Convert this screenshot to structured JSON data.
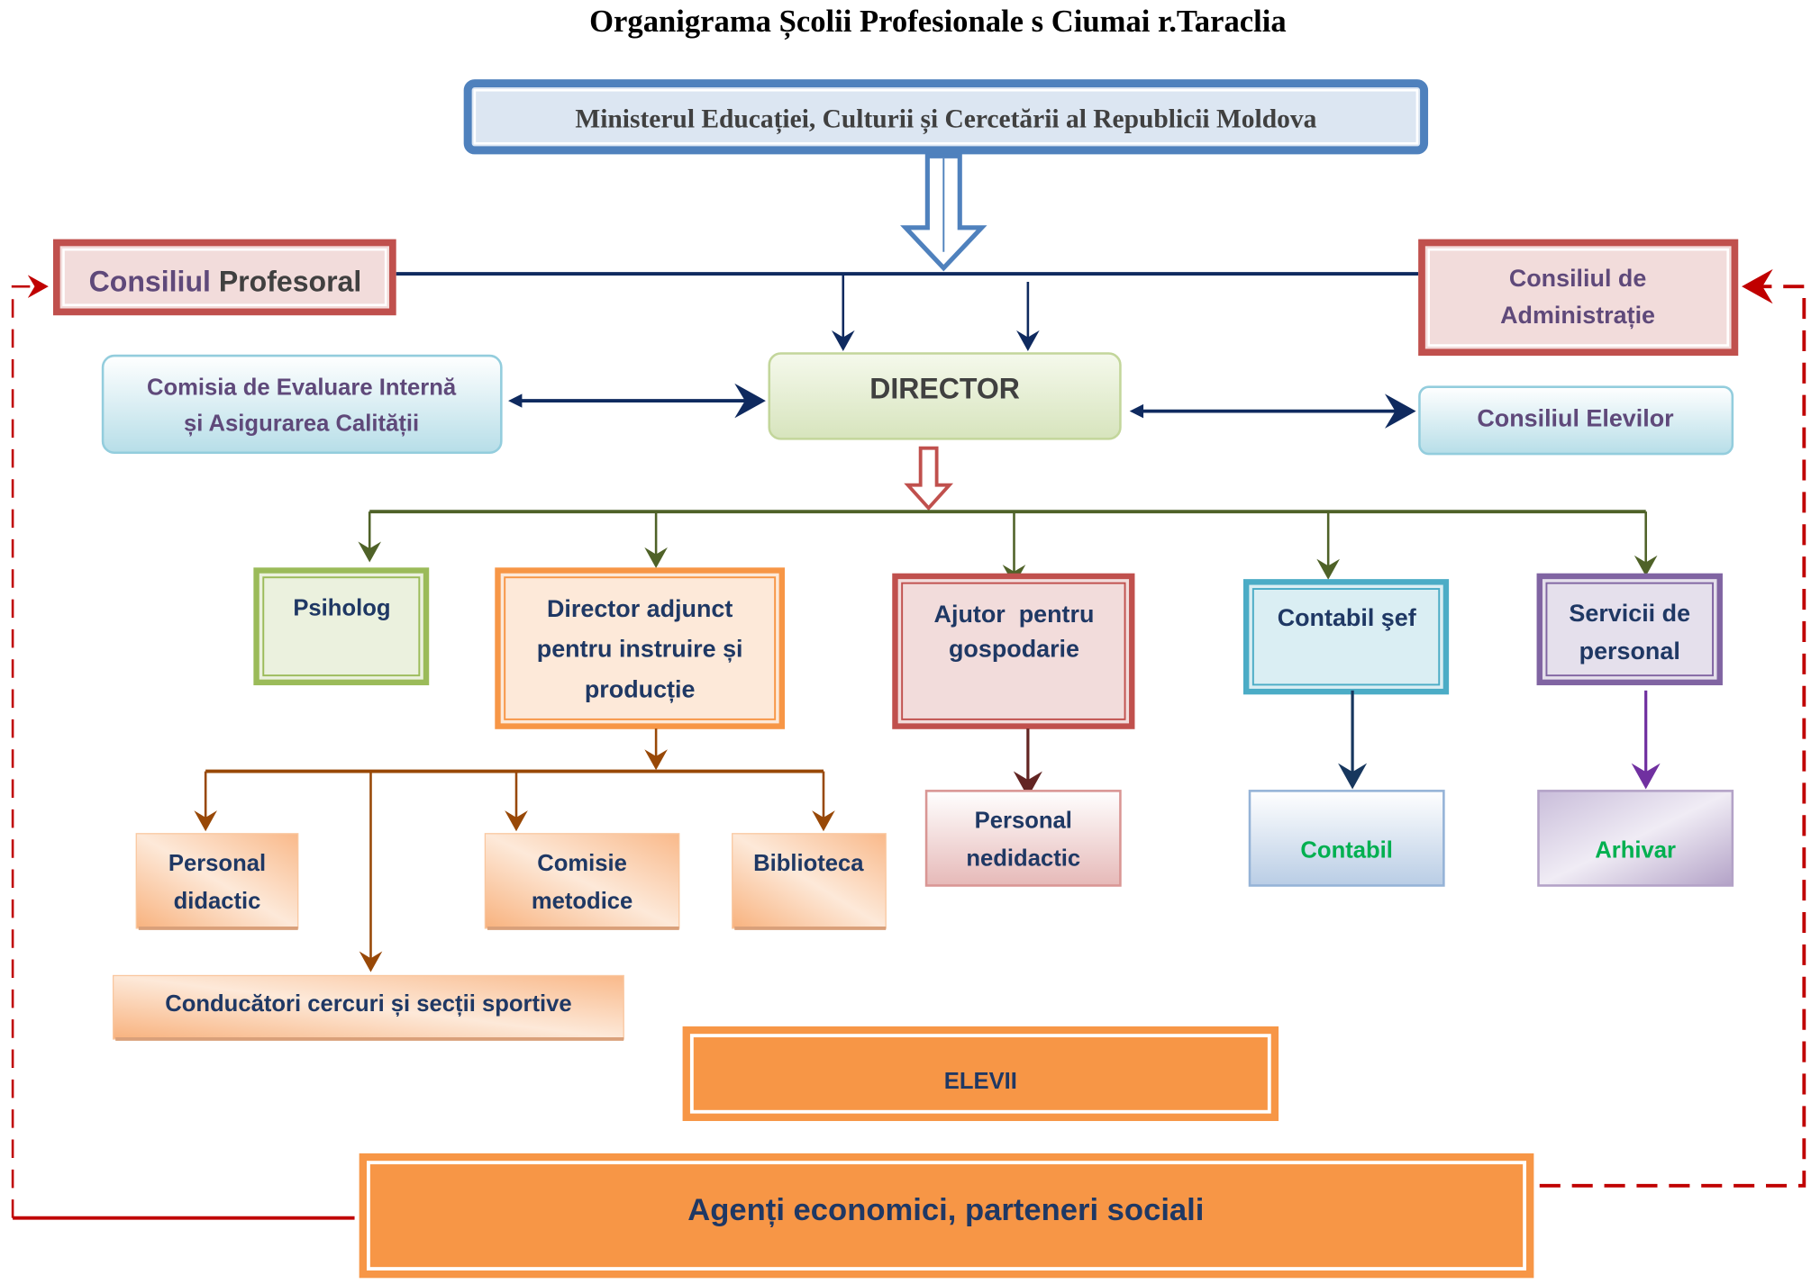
{
  "title": "Organigrama Școlii Profesionale s Ciumai r.Taraclia",
  "colors": {
    "connector_navy": "#0F2A5F",
    "connector_green": "#4F6228",
    "connector_brown": "#984807",
    "feedback_red": "#C00000",
    "text_navy": "#1F3864",
    "text_purple": "#5F497A",
    "text_green": "#00B050",
    "orange": "#F79646"
  },
  "nodes": {
    "ministry": "Ministerul Educației, Culturii și Cercetării al Republicii Moldova",
    "consiliul_profesoral": {
      "part1": "Consiliul ",
      "part2": "Profesoral"
    },
    "consiliul_administratie": {
      "line1": "Consiliul de",
      "line2": "Administrație"
    },
    "comisia": {
      "line1": "Comisia de Evaluare Internă",
      "line2": "și Asigurarea Calității"
    },
    "director": "DIRECTOR",
    "consiliul_elevilor": "Consiliul Elevilor",
    "psiholog": "Psiholog",
    "director_adjunct": {
      "line1": "Director adjunct",
      "line2": "pentru instruire și",
      "line3": "producție"
    },
    "ajutor": {
      "line1": "Ajutor  pentru",
      "line2": "gospodarie"
    },
    "contabil_sef": "Contabil şef",
    "servicii": {
      "line1": "Servicii de",
      "line2": "personal"
    },
    "personal_didactic": {
      "line1": "Personal",
      "line2": "didactic"
    },
    "comisie_metodice": {
      "line1": "Comisie",
      "line2": "metodice"
    },
    "biblioteca": "Biblioteca",
    "conducatori": "Conducători cercuri și secții sportive",
    "personal_nedidactic": {
      "line1": "Personal",
      "line2": "nedidactic"
    },
    "contabil": "Contabil",
    "arhivar": "Arhivar",
    "elevii": "ELEVII",
    "agenti": "Agenți economici, parteneri sociali"
  }
}
